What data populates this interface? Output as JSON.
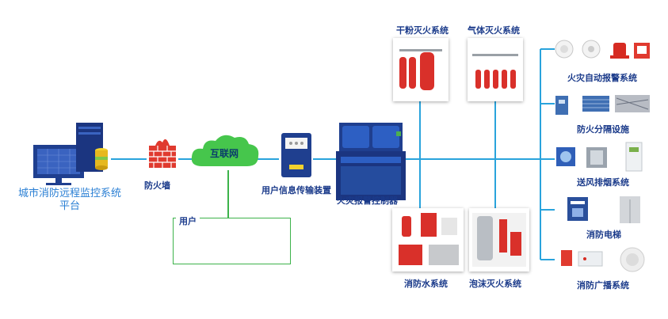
{
  "platform": {
    "label_line1": "城市消防远程监控系统",
    "label_line2": "平台"
  },
  "firewall": {
    "label": "防火墙"
  },
  "internet": {
    "label": "互联网"
  },
  "user_box": {
    "title": "用户"
  },
  "transmitter": {
    "label": "用户信息传输装置"
  },
  "controller": {
    "label": "火灾报警控制器"
  },
  "top_systems": [
    {
      "label": "干粉灭火系统"
    },
    {
      "label": "气体灭火系统"
    }
  ],
  "bottom_systems": [
    {
      "label": "消防水系统"
    },
    {
      "label": "泡沫灭火系统"
    }
  ],
  "right_systems": [
    {
      "label": "火灾自动报警系统"
    },
    {
      "label": "防火分隔设施"
    },
    {
      "label": "送风排烟系统"
    },
    {
      "label": "消防电梯"
    },
    {
      "label": "消防广播系统"
    }
  ],
  "colors": {
    "line_blue": "#29a3dc",
    "line_green": "#3cb34a",
    "dark_blue": "#1f3f8f",
    "red": "#e03a2f",
    "cloud_green": "#46c64c"
  }
}
